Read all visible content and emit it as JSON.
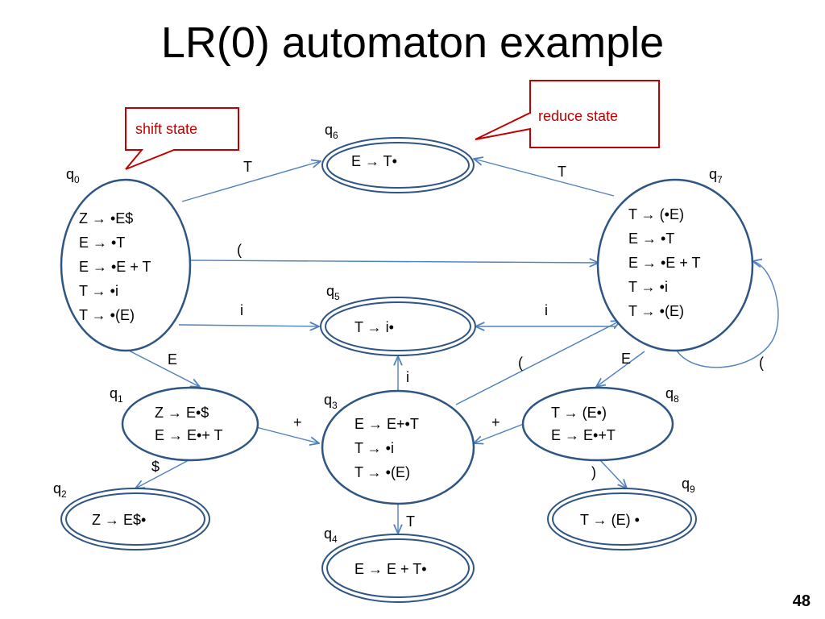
{
  "slide": {
    "title": "LR(0) automaton example",
    "page_number": "48"
  },
  "callouts": {
    "shift": "shift state",
    "reduce": "reduce state"
  },
  "states": {
    "q0": {
      "name": "q",
      "sub": "0",
      "items": [
        "Z → •E$",
        "E → •T",
        "E → •E + T",
        "T → •i",
        "T → •(E)"
      ]
    },
    "q1": {
      "name": "q",
      "sub": "1",
      "items": [
        "Z → E•$",
        "E → E•+ T"
      ]
    },
    "q2": {
      "name": "q",
      "sub": "2",
      "items": [
        "Z → E$•"
      ]
    },
    "q3": {
      "name": "q",
      "sub": "3",
      "items": [
        "E → E+•T",
        "T → •i",
        "T → •(E)"
      ]
    },
    "q4": {
      "name": "q",
      "sub": "4",
      "items": [
        "E → E + T•"
      ]
    },
    "q5": {
      "name": "q",
      "sub": "5",
      "items": [
        "T → i•"
      ]
    },
    "q6": {
      "name": "q",
      "sub": "6",
      "items": [
        "E → T•"
      ]
    },
    "q7": {
      "name": "q",
      "sub": "7",
      "items": [
        "T → (•E)",
        "E → •T",
        "E → •E + T",
        "T → •i",
        "T → •(E)"
      ]
    },
    "q8": {
      "name": "q",
      "sub": "8",
      "items": [
        "T → (E•)",
        "E → E•+T"
      ]
    },
    "q9": {
      "name": "q",
      "sub": "9",
      "items": [
        "T → (E) •"
      ]
    }
  },
  "edges": {
    "q0_q6": "T",
    "q7_q6": "T",
    "q0_q7": "(",
    "q0_q5": "i",
    "q7_q5": "i",
    "q0_q1": "E",
    "q3_q5": "i",
    "q3_q7": "(",
    "q7_q8": "E",
    "q7_q7": "(",
    "q1_q3": "+",
    "q8_q3": "+",
    "q1_q2": "$",
    "q8_q9": ")",
    "q3_q4": "T"
  },
  "colors": {
    "edge": "#4f81bd",
    "state_border": "#2e5583",
    "callout": "#c00000"
  }
}
